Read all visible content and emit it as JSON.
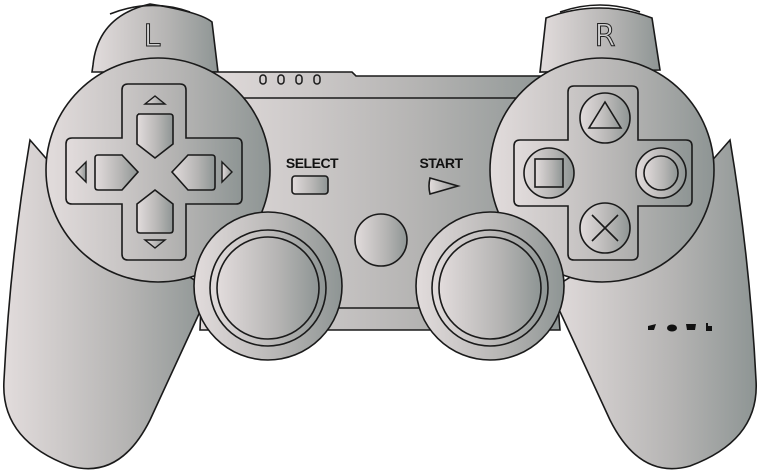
{
  "controller": {
    "shoulder_left": {
      "label": "L"
    },
    "shoulder_right": {
      "label": "R"
    },
    "select": {
      "label": "SELECT"
    },
    "start": {
      "label": "START"
    },
    "dpad": {
      "up": "dpad-up",
      "down": "dpad-down",
      "left": "dpad-left",
      "right": "dpad-right"
    },
    "face_buttons": [
      "triangle",
      "circle",
      "cross",
      "square"
    ],
    "player_indicator_dots": 4,
    "port_dots": 4,
    "colors": {
      "body_light": "#e2dcdc",
      "body_mid": "#b9b7b6",
      "body_dark": "#8e9594",
      "outline": "#1a1a1a",
      "background": "#ffffff"
    }
  }
}
